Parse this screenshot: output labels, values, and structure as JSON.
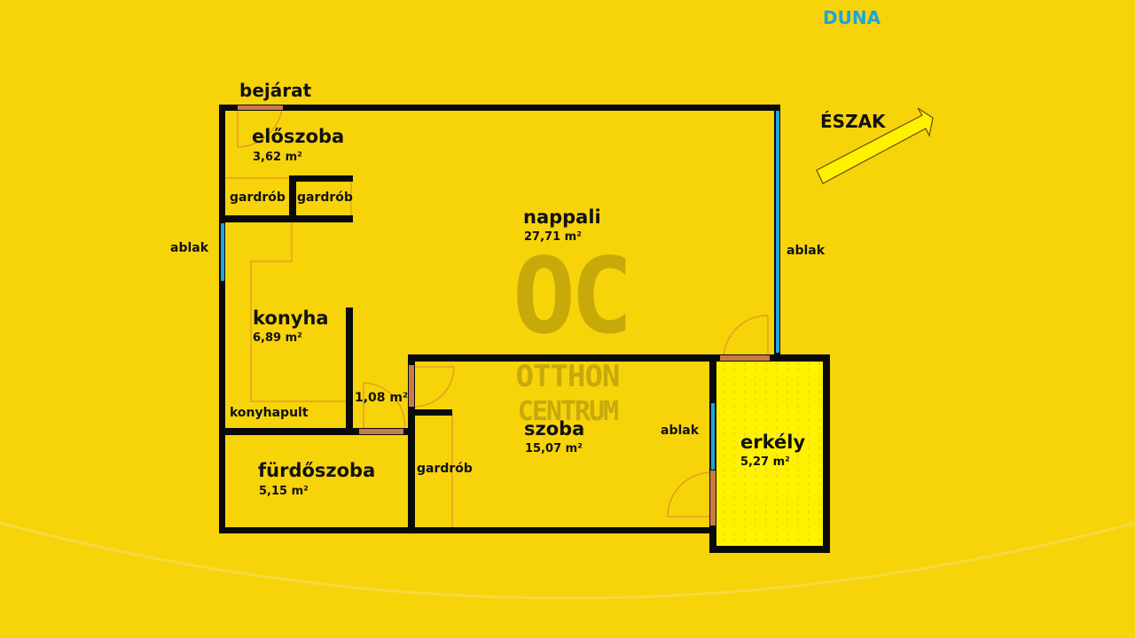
{
  "compass": {
    "river_label": "DUNA",
    "north_label": "ÉSZAK",
    "arrow_icon": "north-arrow-icon"
  },
  "entrance": {
    "label": "bejárat"
  },
  "rooms": {
    "eloszoba": {
      "name": "előszoba",
      "area": "3,62 m²"
    },
    "gardrob1": {
      "name": "gardrób"
    },
    "gardrob2": {
      "name": "gardrób"
    },
    "nappali": {
      "name": "nappali",
      "area": "27,71 m²"
    },
    "konyha": {
      "name": "konyha",
      "area": "6,89 m²"
    },
    "konyhapult": {
      "name": "konyhapult"
    },
    "kamra": {
      "area": "1,08 m²"
    },
    "furdoszoba": {
      "name": "fürdőszoba",
      "area": "5,15 m²"
    },
    "gardrob3": {
      "name": "gardrób"
    },
    "szoba": {
      "name": "szoba",
      "area": "15,07 m²"
    },
    "erkely": {
      "name": "erkély",
      "area": "5,27 m²"
    }
  },
  "windows": {
    "left": "ablak",
    "right": "ablak",
    "szoba": "ablak"
  },
  "watermark": {
    "logo": "OC",
    "line1": "OTTHON",
    "line2": "CENTRUM"
  },
  "colors": {
    "background": "#f7d30a",
    "wall": "#0a0a0a",
    "window": "#1aa6e0",
    "door": "#c87a4a",
    "balcony": "#fff200"
  }
}
